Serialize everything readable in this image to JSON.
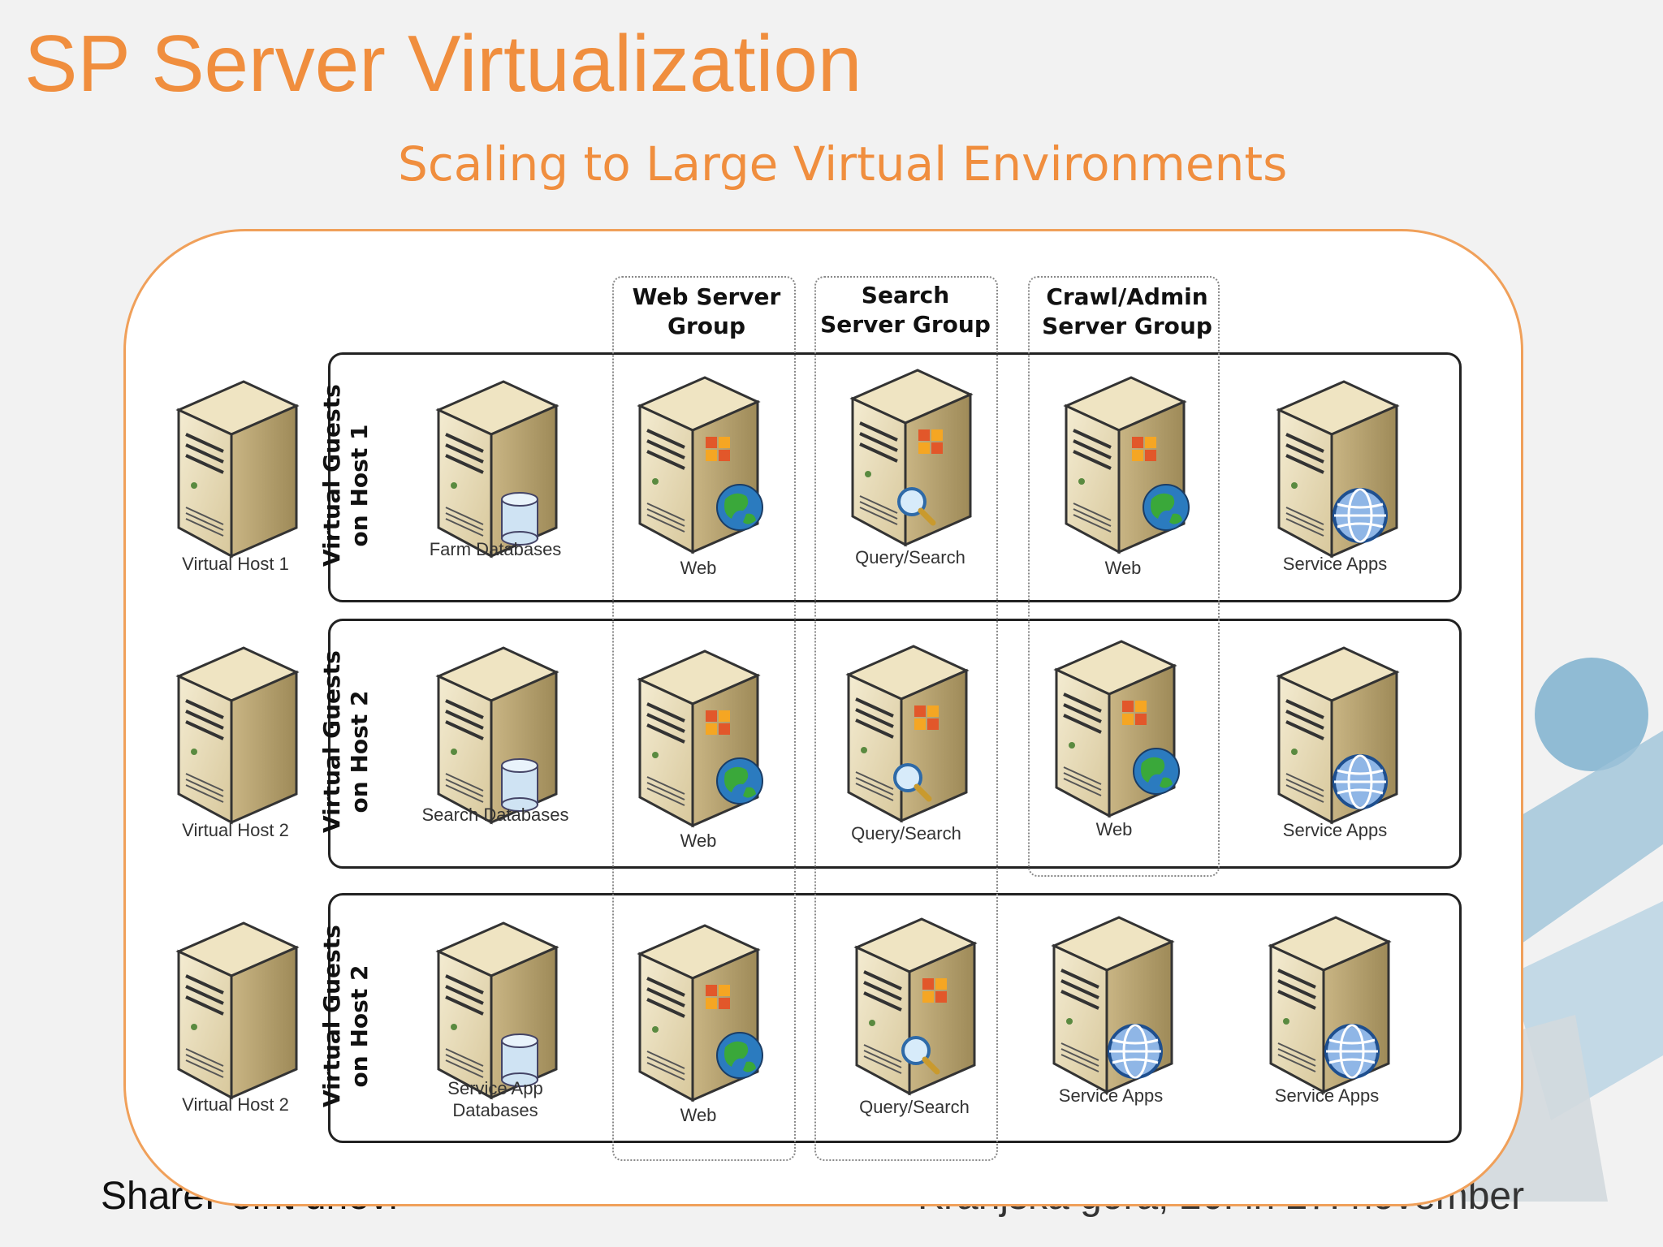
{
  "slide": {
    "title": "SP Server Virtualization",
    "subtitle": "Scaling to Large Virtual Environments",
    "footer_left": "SharePoint dnevi",
    "footer_right": "Kranjska gora, 26. in 27. november"
  },
  "groups": {
    "web": "Web Server Group",
    "search": "Search Server Group",
    "crawl": "Crawl/Admin Server Group"
  },
  "rows": [
    {
      "host": "Virtual Host 1",
      "guest_label_1": "Virtual Guests",
      "guest_label_2": "on Host 1",
      "servers": [
        {
          "label": "Farm Databases",
          "badge": "database-icon"
        },
        {
          "label": "Web",
          "badge": "globe-icon"
        },
        {
          "label": "Query/Search",
          "badge": "magnifier-icon"
        },
        {
          "label": "Web",
          "badge": "globe-icon"
        },
        {
          "label": "Service Apps",
          "badge": "blue-globe-icon"
        }
      ]
    },
    {
      "host": "Virtual Host 2",
      "guest_label_1": "Virtual Guests",
      "guest_label_2": "on Host 2",
      "servers": [
        {
          "label": "Search Databases",
          "badge": "database-icon"
        },
        {
          "label": "Web",
          "badge": "globe-icon"
        },
        {
          "label": "Query/Search",
          "badge": "magnifier-icon"
        },
        {
          "label": "Web",
          "badge": "globe-icon"
        },
        {
          "label": "Service Apps",
          "badge": "blue-globe-icon"
        }
      ]
    },
    {
      "host": "Virtual Host 2",
      "guest_label_1": "Virtual Guests",
      "guest_label_2": "on Host 2",
      "servers": [
        {
          "label": "Service App Databases",
          "badge": "database-icon"
        },
        {
          "label": "Web",
          "badge": "globe-icon"
        },
        {
          "label": "Query/Search",
          "badge": "magnifier-icon"
        },
        {
          "label": "Service Apps",
          "badge": "blue-globe-icon"
        },
        {
          "label": "Service Apps",
          "badge": "blue-globe-icon"
        }
      ]
    }
  ],
  "colors": {
    "accent": "#f08e3e",
    "server_face": "#e8dcb8",
    "server_side": "#b8a678"
  }
}
